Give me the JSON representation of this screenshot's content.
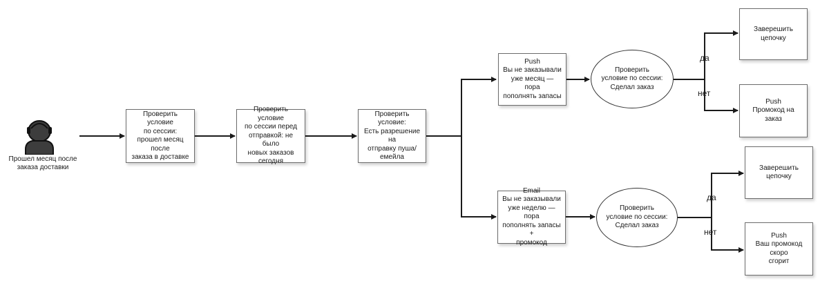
{
  "actor": {
    "caption": "Прошел месяц после\nзаказа доставки",
    "icon": "user-icon"
  },
  "nodes": {
    "check_delivery": "Проверить условие\nпо сессии:\nпрошел месяц после\nзаказа в доставке",
    "check_no_orders": "Проверить условие\nпо сессии перед\nотправкой: не было\nновых заказов\nсегодня",
    "check_permission": "Проверить условие:\nЕсть разрешение на\nотправку пуша/\nемейла",
    "push_main": "Push\nВы не заказывали\nуже месяц — пора\nпополнять запасы",
    "email_main": "Email\nВы не заказывали\nуже неделю — пора\nпополнять запасы +\nпромокод",
    "check_order_push": "Проверить\nусловие по сессии:\nСделал заказ",
    "check_order_email": "Проверить\nусловие по сессии:\nСделал заказ",
    "end_chain_top": "Заверешить цепочку",
    "push_promo": "Push\nПромокод на заказ",
    "end_chain_bottom": "Заверешить цепочку",
    "push_expiring": "Push\nВаш промокод скоро\nсгорит"
  },
  "labels": {
    "yes_top": "да",
    "no_top": "нет",
    "yes_bottom": "да",
    "no_bottom": "нет"
  },
  "colors": {
    "line": "#1a1a1a",
    "border": "#6b6b6b",
    "actor": "#3d3d3d"
  }
}
